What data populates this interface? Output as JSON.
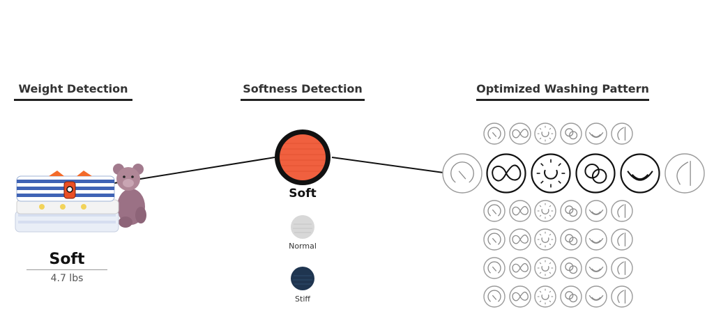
{
  "headings": {
    "weight": "Weight Detection",
    "softness": "Softness Detection",
    "pattern": "Optimized Washing Pattern"
  },
  "weight": {
    "result": "Soft",
    "amount": "4.7 lbs"
  },
  "softness": {
    "selected": "Soft",
    "options": [
      "Normal",
      "Stiff"
    ]
  },
  "colors": {
    "soft": "#f0603f",
    "normal": "#d8d8d8",
    "stiff": "#1f3550",
    "heading_text": "#333333"
  },
  "patterns": {
    "icons": [
      "rolling-icon",
      "swing-icon",
      "scrubbing-icon",
      "rolling-stepping-icon",
      "swing-filtration-icon",
      "tumble-icon"
    ]
  }
}
